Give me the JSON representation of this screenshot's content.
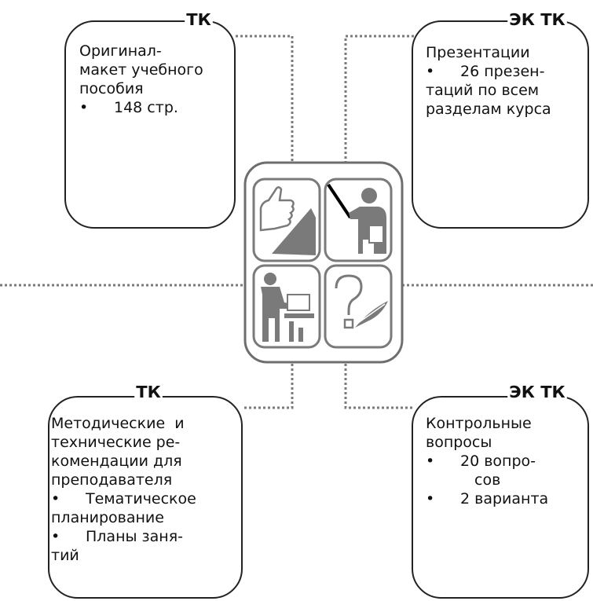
{
  "cards": {
    "top_left": {
      "tag": "ТК",
      "lines": [
        "Оригинал-",
        "макет учебного",
        "пособия"
      ],
      "bullets": [
        "148 стр."
      ]
    },
    "top_right": {
      "tag": "ЭК ТК",
      "lines": [
        "Презентации"
      ],
      "bullets": [
        "26 презен-"
      ],
      "lines_after": [
        "таций по всем",
        "разделам курса"
      ]
    },
    "bottom_left": {
      "tag": "ТК",
      "lines": [
        "Методические  и",
        "технические ре-",
        "комендации для",
        "преподавателя"
      ],
      "bullets": [
        "Тематическое",
        "Планы заня-"
      ],
      "continuations": [
        "планирование",
        "тий"
      ]
    },
    "bottom_right": {
      "tag": "ЭК ТК",
      "lines": [
        "Контрольные",
        "вопросы"
      ],
      "bullets": [
        "20 вопро-",
        "2 варианта"
      ],
      "continuations": [
        "сов"
      ]
    }
  },
  "center_icons": [
    "thumbs-up-icon",
    "lecturer-pointer-icon",
    "student-at-computer-icon",
    "question-mark-icon"
  ],
  "colors": {
    "icon_gray": "#7a7a7a",
    "frame_gray": "#6e6e6e",
    "border": "#222222"
  }
}
